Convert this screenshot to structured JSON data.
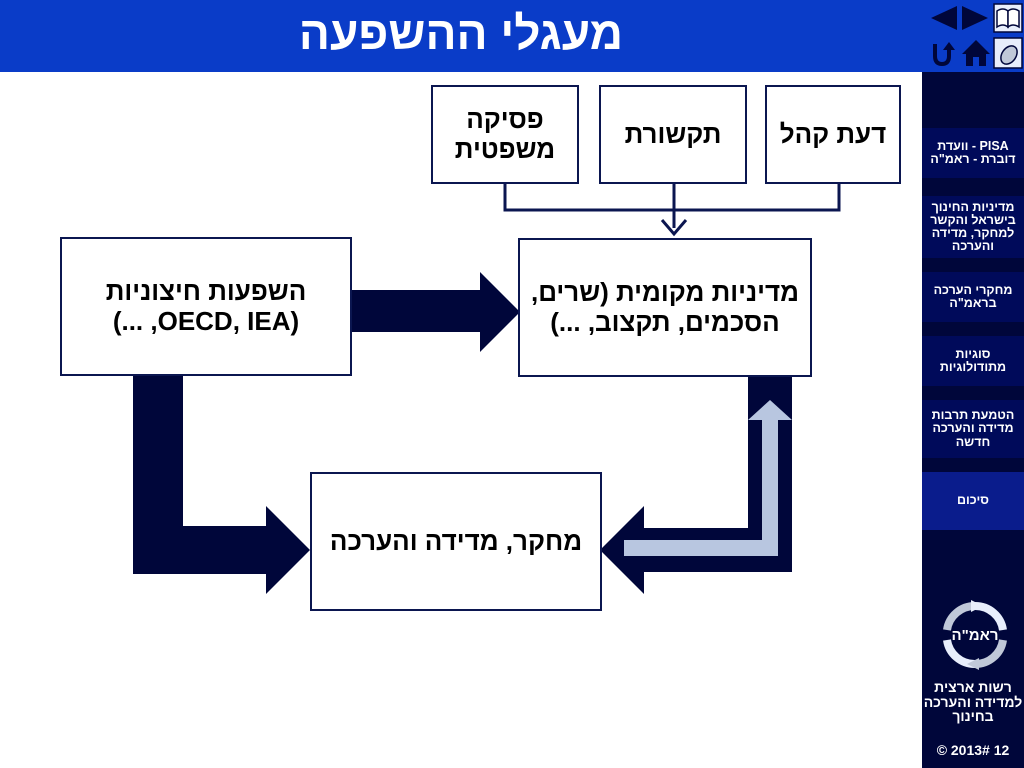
{
  "title": "מעגלי ההשפעה",
  "diagram": {
    "top_boxes": [
      {
        "id": "public-opinion",
        "label": "דעת קהל"
      },
      {
        "id": "media",
        "label": "תקשורת"
      },
      {
        "id": "judicial-ruling",
        "label": "פסיקה משפטית"
      }
    ],
    "local_policy": "מדיניות מקומית (שרים, הסכמים, תקצוב, ...)",
    "external_influences": "השפעות חיצוניות (OECD, IEA, ...)",
    "research": "מחקר, מדידה והערכה"
  },
  "nav": {
    "items": [
      {
        "label": "PISA - וועדת דוברת - ראמ\"ה"
      },
      {
        "label": "מדיניות החינוך בישראל והקשר למחקר, מדידה והערכה"
      },
      {
        "label": "מחקרי הערכה בראמ\"ה"
      },
      {
        "label": "סוגיות מתודולוגיות"
      },
      {
        "label": "הטמעת תרבות מדידה והערכה חדשה"
      },
      {
        "label": "סיכום"
      }
    ],
    "logo_text": "ראמ\"ה",
    "org_name": "רשות ארצית למדידה והערכה בחינוך",
    "copyright": "© 2013# 12"
  },
  "colors": {
    "title_bar": "#0a3cc8",
    "nav_bg": "#00063a",
    "arrow_dark": "#00063a",
    "arrow_light": "#b8c6e0"
  }
}
